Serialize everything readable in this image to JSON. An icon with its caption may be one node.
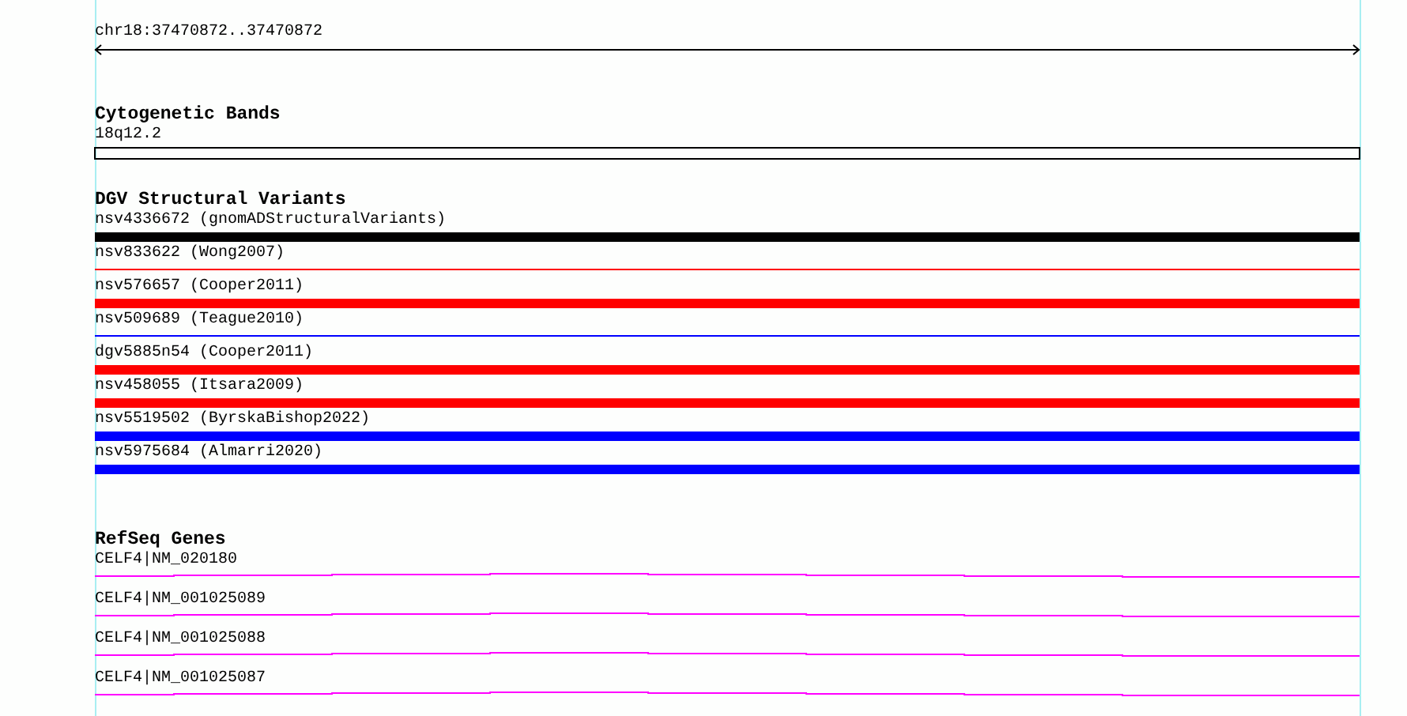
{
  "diagram": {
    "nodes": [
      {
        "text": [
          "18q12.2"
        ]
      },
      {
        "text": [
          "nsv4336672 (gnomADStructuralVariants)"
        ]
      },
      {
        "text": [
          "nsv833622 (Wong2007)"
        ]
      },
      {
        "text": [
          "nsv576657 (Cooper2011)"
        ]
      },
      {
        "text": [
          "nsv509689 (Teague2010)"
        ]
      },
      {
        "text": [
          "dgv5885n54 (Cooper2011)"
        ]
      },
      {
        "text": [
          "nsv458055 (Itsara2009)"
        ]
      },
      {
        "text": [
          "nsv5519502 (ByrskaBishop2022)"
        ]
      },
      {
        "text": [
          "nsv5975684 (Almarri2020)"
        ]
      },
      {
        "text": [
          "CELF4|NM_020180"
        ]
      },
      {
        "text": [
          "CELF4|NM_001025089"
        ]
      },
      {
        "text": [
          "CELF4|NM_001025088"
        ]
      },
      {
        "text": [
          "CELF4|NM_001025087"
        ]
      }
    ],
    "edges": [],
    "labels": [
      "chr18:37470872..37470872",
      "Cytogenetic Bands",
      "DGV Structural Variants",
      "RefSeq Genes"
    ]
  }
}
